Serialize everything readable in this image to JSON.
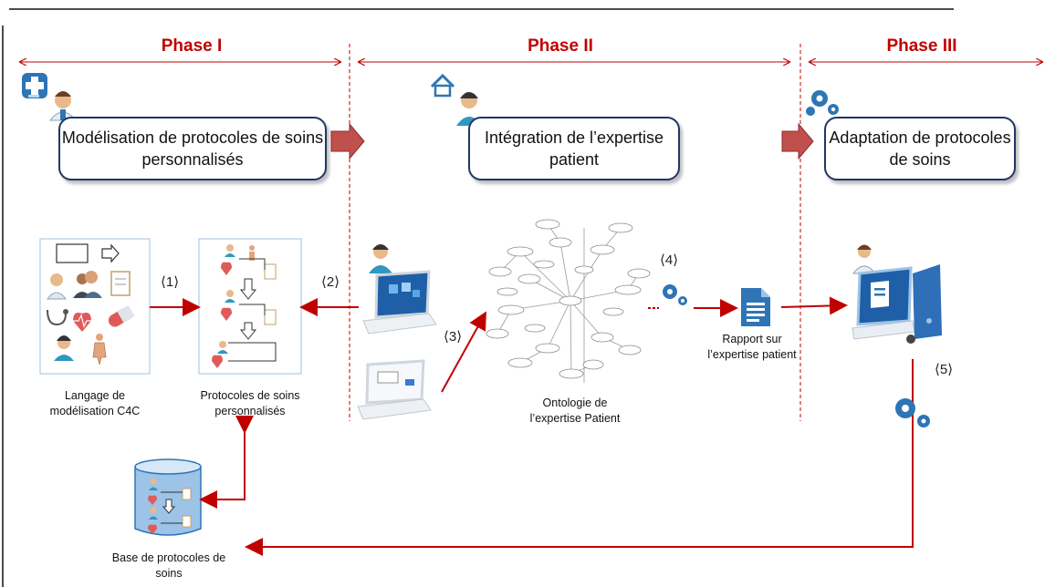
{
  "colors": {
    "phase_title": "#c00000",
    "flow_arrow": "#c00000",
    "box_border": "#1f3864",
    "icon_blue": "#2e75b6"
  },
  "phases": [
    {
      "title": "Phase I",
      "box_text": "Modélisation de protocoles de soins personnalisés"
    },
    {
      "title": "Phase II",
      "box_text": "Intégration de l’expertise patient"
    },
    {
      "title": "Phase III",
      "box_text": "Adaptation de protocoles de soins"
    }
  ],
  "steps": [
    "⟨1⟩",
    "⟨2⟩",
    "⟨3⟩",
    "⟨4⟩",
    "⟨5⟩"
  ],
  "nodes": {
    "c4c_language": "Langage de modélisation C4C",
    "personalized_protocols": "Protocoles de soins personnalisés",
    "ontology": "Ontologie de l’expertise Patient",
    "report": "Rapport sur l’expertise patient",
    "protocol_base": "Base de protocoles de soins"
  },
  "icons": [
    "medical-cross-icon",
    "doctor-icon",
    "home-icon",
    "patient-icon",
    "gears-icon",
    "laptop-icon",
    "document-icon",
    "desktop-computer-icon",
    "database-icon"
  ]
}
